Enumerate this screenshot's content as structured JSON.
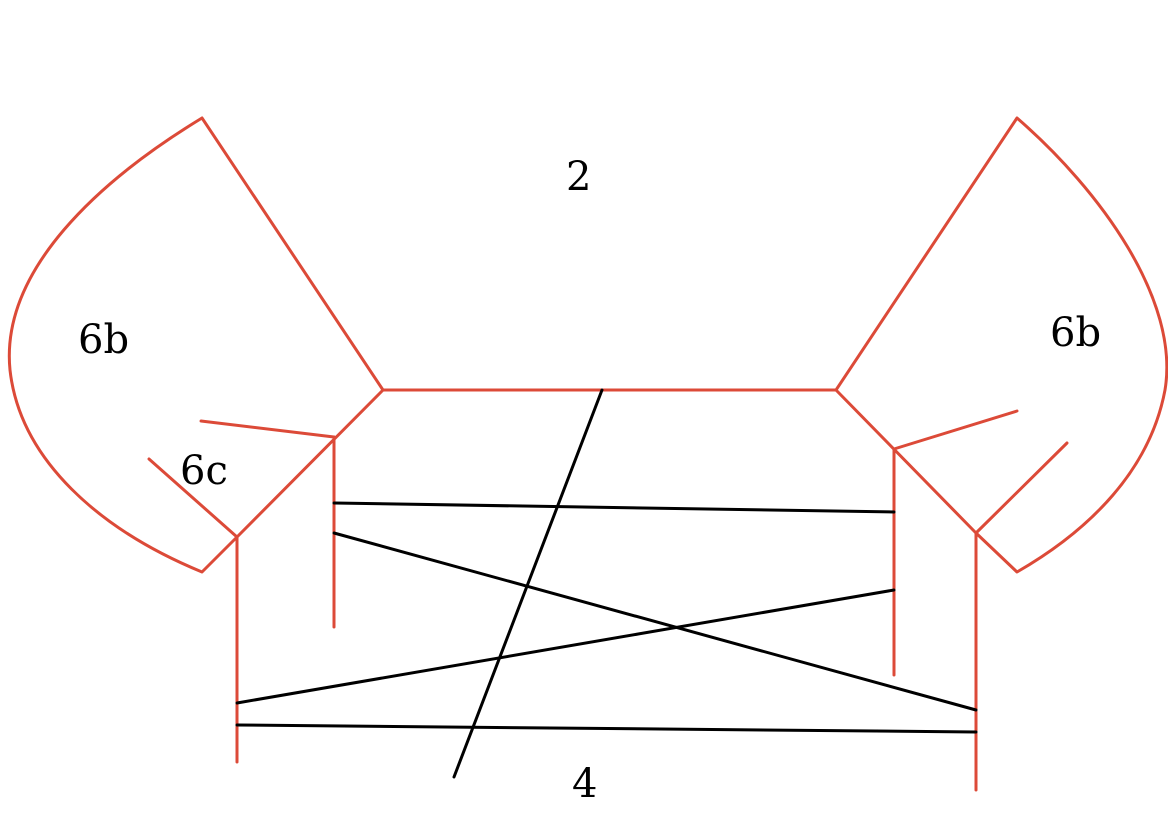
{
  "labels": {
    "top": "2",
    "bottom": "4",
    "left_lobe": "6b",
    "right_lobe": "6b",
    "left_inner": "6c"
  },
  "colors": {
    "outline": "#dc4a38",
    "crossing_lines": "#000000",
    "background": "#ffffff",
    "text": "#000000"
  }
}
